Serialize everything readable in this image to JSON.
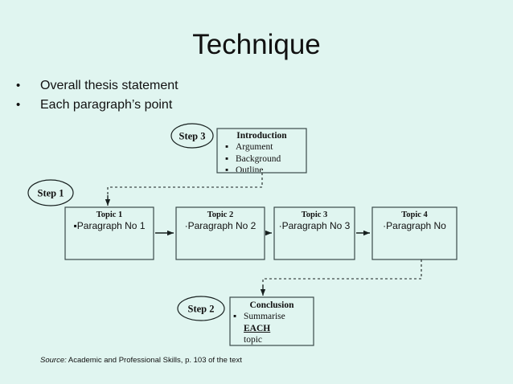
{
  "slide": {
    "background_color": "#e0f5f0",
    "title": "Technique",
    "bullets": [
      {
        "marker": "•",
        "text": "Overall thesis statement"
      },
      {
        "marker": "•",
        "text": "Each paragraph’s point"
      }
    ],
    "source": {
      "label": "Source:",
      "text": " Academic and Professional Skills, p. 103 of the text"
    }
  },
  "diagram": {
    "line_color": "#3b4a4a",
    "steps": [
      {
        "id": "step1",
        "label": "Step 1"
      },
      {
        "id": "step2",
        "label": "Step 2"
      },
      {
        "id": "step3",
        "label": "Step 3"
      }
    ],
    "introduction": {
      "title": "Introduction",
      "items": [
        {
          "marker": "▪",
          "text": "Argument"
        },
        {
          "marker": "▪",
          "text": "Background"
        },
        {
          "marker": "▪",
          "text": " Outline"
        }
      ]
    },
    "topics": [
      {
        "title": "Topic 1",
        "marker": "▪",
        "text": "Paragraph No 1"
      },
      {
        "title": "Topic 2",
        "marker": "·",
        "text": "Paragraph No 2"
      },
      {
        "title": "Topic 3",
        "marker": "·",
        "text": "Paragraph No 3"
      },
      {
        "title": "Topic 4",
        "marker": "·",
        "text": "Paragraph No"
      }
    ],
    "conclusion": {
      "title": "Conclusion",
      "marker": "▪",
      "text_before": "Summarise ",
      "emphasis": "EACH",
      "text_after": "topic"
    }
  }
}
